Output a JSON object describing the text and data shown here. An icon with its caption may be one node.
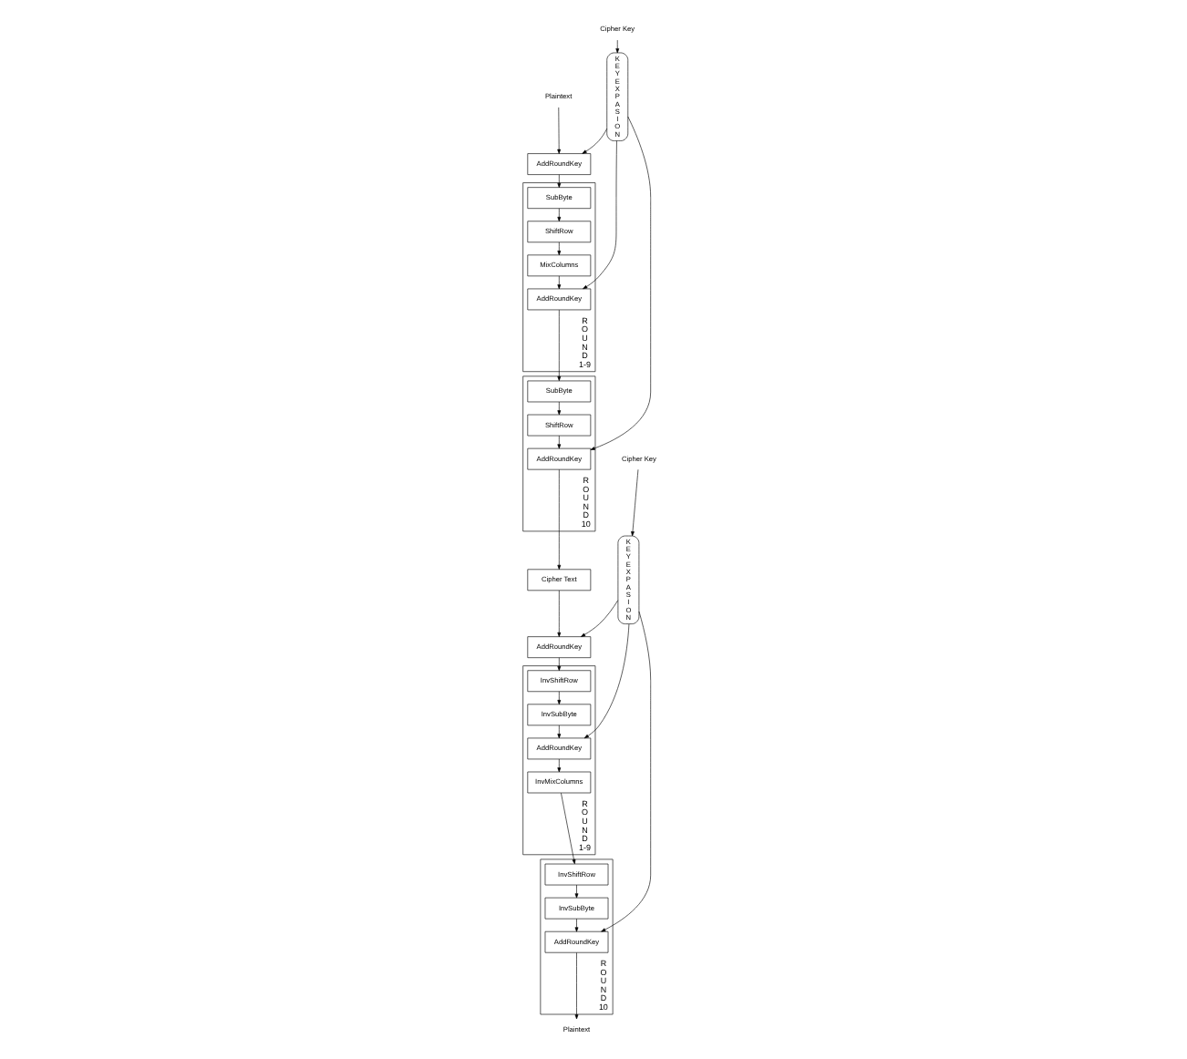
{
  "diagram": {
    "nodes": [
      {
        "text": [
          "Cipher Key"
        ]
      },
      {
        "text": [
          "Plaintext"
        ]
      },
      {
        "text": [
          "K E Y E X P A S I O N"
        ]
      },
      {
        "text": [
          "AddRoundKey"
        ]
      },
      {
        "text": [
          "R O U N D",
          "1-9"
        ]
      },
      {
        "text": [
          "SubByte"
        ],
        "in": 4
      },
      {
        "text": [
          "ShiftRow"
        ],
        "in": 4
      },
      {
        "text": [
          "MixColumns"
        ],
        "in": 4
      },
      {
        "text": [
          "AddRoundKey"
        ],
        "in": 4
      },
      {
        "text": [
          "R O U N D",
          "10"
        ]
      },
      {
        "text": [
          "SubByte"
        ],
        "in": 9
      },
      {
        "text": [
          "ShiftRow"
        ],
        "in": 9
      },
      {
        "text": [
          "AddRoundKey"
        ],
        "in": 9
      },
      {
        "text": [
          "Cipher Text"
        ]
      },
      {
        "text": [
          "Plaintext"
        ]
      },
      {
        "text": [
          "Cipher Key"
        ]
      },
      {
        "text": [
          "R O U N D",
          "10"
        ]
      },
      {
        "text": [
          "AddRoundKey"
        ],
        "in": 16
      },
      {
        "text": [
          "InvSubByte"
        ],
        "in": 16
      },
      {
        "text": [
          "InvShiftRow"
        ],
        "in": 16
      },
      {
        "text": [
          "K E Y E X P A S I O N"
        ]
      },
      {
        "text": [
          "R O U N D",
          "1-9"
        ]
      },
      {
        "text": [
          "InvMixColumns"
        ],
        "in": 21
      },
      {
        "text": [
          "AddRoundKey"
        ],
        "in": 21
      },
      {
        "text": [
          "InvSubByte"
        ],
        "in": 21
      },
      {
        "text": [
          "InvShiftRow"
        ],
        "in": 21
      },
      {
        "text": [
          "AddRoundKey"
        ]
      }
    ],
    "edges": [
      {
        "from": 0,
        "to": 2,
        "arrow": "to"
      },
      {
        "from": 1,
        "to": 3,
        "arrow": "to"
      },
      {
        "from": 2,
        "to": 3,
        "arrow": "to"
      },
      {
        "from": 3,
        "to": 5,
        "arrow": "to"
      },
      {
        "from": 5,
        "to": 6,
        "arrow": "to"
      },
      {
        "from": 6,
        "to": 7,
        "arrow": "to"
      },
      {
        "from": 7,
        "to": 8,
        "arrow": "to"
      },
      {
        "from": 2,
        "to": 8,
        "arrow": "to"
      },
      {
        "from": 8,
        "to": 10,
        "arrow": "to"
      },
      {
        "from": 10,
        "to": 11,
        "arrow": "to"
      },
      {
        "from": 11,
        "to": 12,
        "arrow": "to"
      },
      {
        "from": 2,
        "to": 12,
        "arrow": "to"
      },
      {
        "from": 12,
        "to": 13,
        "arrow": "to"
      },
      {
        "from": 13,
        "to": 26,
        "arrow": "to"
      },
      {
        "from": 20,
        "to": 26,
        "arrow": "to"
      },
      {
        "from": 26,
        "to": 25,
        "arrow": "to"
      },
      {
        "from": 25,
        "to": 24,
        "arrow": "to"
      },
      {
        "from": 24,
        "to": 23,
        "arrow": "to"
      },
      {
        "from": 23,
        "to": 22,
        "arrow": "to"
      },
      {
        "from": 20,
        "to": 23,
        "arrow": "to"
      },
      {
        "from": 22,
        "to": 19,
        "arrow": "to"
      },
      {
        "from": 19,
        "to": 18,
        "arrow": "to"
      },
      {
        "from": 18,
        "to": 17,
        "arrow": "to"
      },
      {
        "from": 20,
        "to": 17,
        "arrow": "to"
      },
      {
        "from": 17,
        "to": 14,
        "arrow": "to"
      },
      {
        "from": 15,
        "to": 20,
        "arrow": "to"
      }
    ]
  }
}
